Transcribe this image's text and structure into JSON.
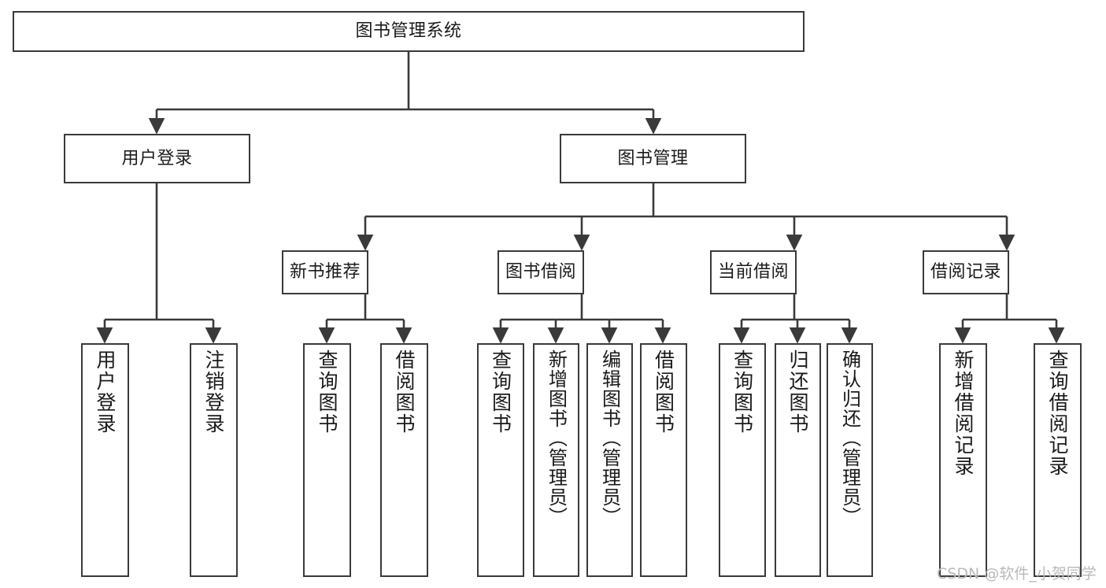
{
  "diagram": {
    "type": "tree",
    "title": "图书管理系统",
    "orientation": "top-down",
    "line_color": "#3a3a3a",
    "box_fill": "#ffffff",
    "text_color": "#1a1a1a",
    "nodes": {
      "root": {
        "label": "图书管理系统",
        "level": 0
      },
      "l1_a": {
        "label": "用户登录",
        "level": 1
      },
      "l1_b": {
        "label": "图书管理",
        "level": 1
      },
      "l2_a": {
        "label": "新书推荐",
        "level": 2
      },
      "l2_b": {
        "label": "图书借阅",
        "level": 2
      },
      "l2_c": {
        "label": "当前借阅",
        "level": 2
      },
      "l2_d": {
        "label": "借阅记录",
        "level": 2
      },
      "leaf_01": {
        "label": "用户登录",
        "level": 3
      },
      "leaf_02": {
        "label": "注销登录",
        "level": 3
      },
      "leaf_03": {
        "label": "查询图书",
        "level": 3
      },
      "leaf_04": {
        "label": "借阅图书",
        "level": 3
      },
      "leaf_05": {
        "label": "查询图书",
        "level": 3
      },
      "leaf_06": {
        "label": "新增图书（管理员）",
        "level": 3
      },
      "leaf_07": {
        "label": "编辑图书（管理员）",
        "level": 3
      },
      "leaf_08": {
        "label": "借阅图书",
        "level": 3
      },
      "leaf_09": {
        "label": "查询图书",
        "level": 3
      },
      "leaf_10": {
        "label": "归还图书",
        "level": 3
      },
      "leaf_11": {
        "label": "确认归还（管理员）",
        "level": 3
      },
      "leaf_12": {
        "label": "新增借阅记录",
        "level": 3
      },
      "leaf_13": {
        "label": "查询借阅记录",
        "level": 3
      }
    },
    "edges": [
      {
        "from": "root",
        "to": "l1_a"
      },
      {
        "from": "root",
        "to": "l1_b"
      },
      {
        "from": "l1_a",
        "to": "leaf_01"
      },
      {
        "from": "l1_a",
        "to": "leaf_02"
      },
      {
        "from": "l1_b",
        "to": "l2_a"
      },
      {
        "from": "l1_b",
        "to": "l2_b"
      },
      {
        "from": "l1_b",
        "to": "l2_c"
      },
      {
        "from": "l1_b",
        "to": "l2_d"
      },
      {
        "from": "l2_a",
        "to": "leaf_03"
      },
      {
        "from": "l2_a",
        "to": "leaf_04"
      },
      {
        "from": "l2_b",
        "to": "leaf_05"
      },
      {
        "from": "l2_b",
        "to": "leaf_06"
      },
      {
        "from": "l2_b",
        "to": "leaf_07"
      },
      {
        "from": "l2_b",
        "to": "leaf_08"
      },
      {
        "from": "l2_c",
        "to": "leaf_09"
      },
      {
        "from": "l2_c",
        "to": "leaf_10"
      },
      {
        "from": "l2_c",
        "to": "leaf_11"
      },
      {
        "from": "l2_d",
        "to": "leaf_12"
      },
      {
        "from": "l2_d",
        "to": "leaf_13"
      }
    ]
  },
  "watermark": {
    "text": "CSDN @软件_小贺同学"
  }
}
